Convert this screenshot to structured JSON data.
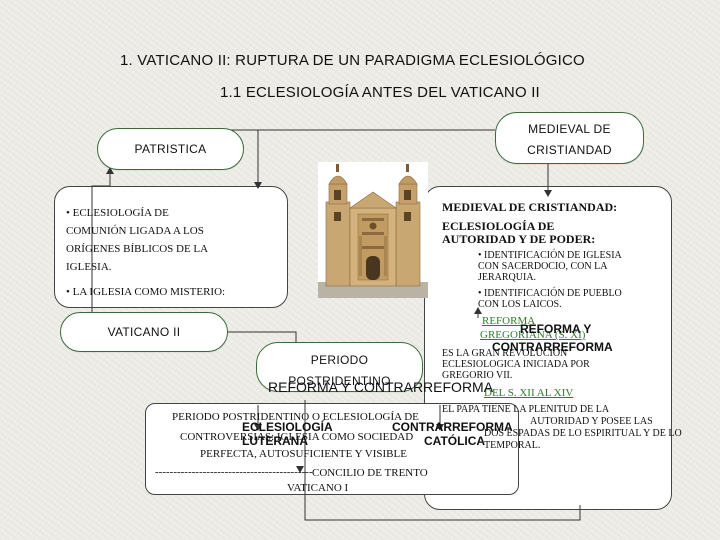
{
  "titles": {
    "main": "1.   VATICANO II: RUPTURA DE UN PARADIGMA ECLESIOLÓGICO",
    "sub": "1.1 ECLESIOLOGÍA ANTES DEL VATICANO II"
  },
  "nodes": {
    "patristica": "PATRISTICA",
    "medieval_line1": "MEDIEVAL DE",
    "medieval_line2": "CRISTIANDAD",
    "vaticano": "VATICANO II",
    "periodo_line1": "PERIODO",
    "periodo_line2": "POSTRIDENTINO"
  },
  "patristica_panel": {
    "p1_l1": "• ECLESIOLOGÍA DE",
    "p1_l2": "COMUNIÓN LIGADA A LOS",
    "p1_l3": "ORÍGENES BÍBLICOS DE LA",
    "p1_l4": "IGLESIA.",
    "p2": "• LA IGLESIA COMO MISTERIO:"
  },
  "medieval_panel": {
    "h1": "MEDIEVAL DE CRISTIANDAD:",
    "h2_l1": "ECLESIOLOGÍA DE",
    "h2_l2": "AUTORIDAD Y DE PODER:",
    "b1_l1": "• IDENTIFICACIÓN DE IGLESIA",
    "b1_l2": "CON SACERDOCIO, CON LA",
    "b1_l3": "JERARQUIA.",
    "b2_l1": "• IDENTIFICACIÓN DE PUEBLO",
    "b2_l2": "CON LOS LAICOS.",
    "reforma_a": "REFORMA",
    "reforma_b": "GREGORIANA (S. XI)",
    "reforma_y": "REFORMA Y",
    "contrarreforma": "CONTRARREFORMA",
    "rev_l1": "ES LA GRAN REVOLUCIÓN",
    "rev_l2": "ECLESIOLOGICA INICIADA POR",
    "rev_l3": "GREGORIO VII.",
    "siglos": "DEL S. XII AL XIV",
    "papa_l1": "EL PAPA TIENE LA PLENITUD DE LA",
    "papa_l2": "AUTORIDAD Y POSEE LAS",
    "papa_l3": "DOS ESPADAS DE LO ESPIRITUAL Y DE LO",
    "papa_l4": "TEMPORAL."
  },
  "bottom": {
    "heading": "REFORMA Y CONTRARREFORMA",
    "left_l1": "ECLESIOLOGÍA",
    "left_l2": "LUTERANA",
    "right_l1": "CONTRARREFORMA",
    "right_l2": "CATÓLICA",
    "body_l1": "PERIODO POSTRIDENTINO O ECLESIOLOGÍA DE",
    "body_l2": "CONTROVERSIAS: IGLESIA COMO SOCIEDAD",
    "body_l3": "PERFECTA, AUTOSUFICIENTE Y VISIBLE",
    "dashes": "-------------------------------------------",
    "trento": "CONCILIO DE TRENTO",
    "vaticano_i": "VATICANO I"
  },
  "image": {
    "subject": "church-facade"
  },
  "colors": {
    "pill_border": "#3a6b3a",
    "link_green": "#2e7d2e",
    "panel_bg": "#ffffff"
  }
}
